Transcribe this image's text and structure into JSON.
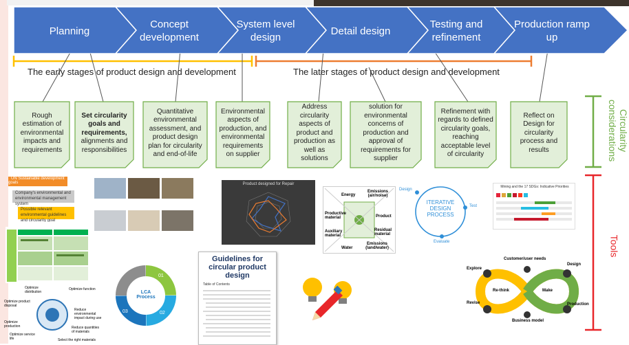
{
  "phases": [
    {
      "label": "Planning"
    },
    {
      "label": "Concept development"
    },
    {
      "label": "System level design"
    },
    {
      "label": "Detail design"
    },
    {
      "label": "Testing and refinement"
    },
    {
      "label": "Production ramp up"
    }
  ],
  "stages": {
    "early": "The early stages of product design and development",
    "later": "The later stages of product design and development"
  },
  "notes": [
    {
      "text": "Rough estimation of environmental impacts and requirements"
    },
    {
      "bold": "Set circularity goals and requirements,",
      "text": "alignments and responsibilities"
    },
    {
      "text": "Quantitative environmental assessment, and product design plan for circularity and end-of-life"
    },
    {
      "text": "Environmental aspects of production, and environmental requirements on supplier"
    },
    {
      "text": "Address circularity aspects of product and production as well as solutions"
    },
    {
      "text": "solution for environmental concerns of production and approval of requirements for supplier"
    },
    {
      "text": "Refinement with regards to defined circularity goals, reaching acceptable level of circularity"
    },
    {
      "text": "Reflect on Design for circularity process and results"
    }
  ],
  "side_labels": {
    "circularity": "Circularity considerations",
    "tools": "Tools"
  },
  "tools": {
    "guidelines_title": "Guidelines for circular product design",
    "toc_heading": "Table of Contents",
    "radar_title": "Product designed for Repair",
    "lca_center": "LCA Process",
    "lca_numbers": [
      "01",
      "02",
      "03"
    ],
    "iterative": {
      "center": "ITERATIVE DESIGN PROCESS",
      "design": "Design",
      "test": "Test",
      "evaluate": "Evaluate"
    },
    "sdg_title": "Mining and the 17 SDGs: Indicative Priorities",
    "infinity": {
      "top": "Customer/user needs",
      "explore": "Explore",
      "design": "Design",
      "rethink": "Re-think",
      "make": "Make",
      "revise": "Revise",
      "production": "Production",
      "bottom": "Business model"
    },
    "flow": {
      "energy": "Energy",
      "emissions_air": "Emissions (air/noise)",
      "productive": "Productive material",
      "product": "Product",
      "auxiliary": "Auxiliary material",
      "residual": "Residual material",
      "water": "Water",
      "emissions_land": "Emissions (land/water)"
    },
    "wheel_labels": [
      "Optimize function",
      "Reduce environmental impact during use",
      "Reduce quantities of materials",
      "Select the right materials",
      "Optimize service life",
      "Optimize production",
      "Optimize product disposal",
      "Optimize distribution"
    ],
    "list_items": [
      "UN Sustainable development goals",
      "Company's environmental and environmental management system",
      "Possible relevant environmental guidelines and circularity goal"
    ]
  },
  "colors": {
    "chevron": "#4472c4",
    "note_fill": "#e2efd9",
    "note_border": "#70ad47",
    "early_bracket": "#ffc000",
    "later_bracket": "#ed7d31",
    "circ_bracket": "#70ad47",
    "tools_bracket": "#e8262a"
  }
}
